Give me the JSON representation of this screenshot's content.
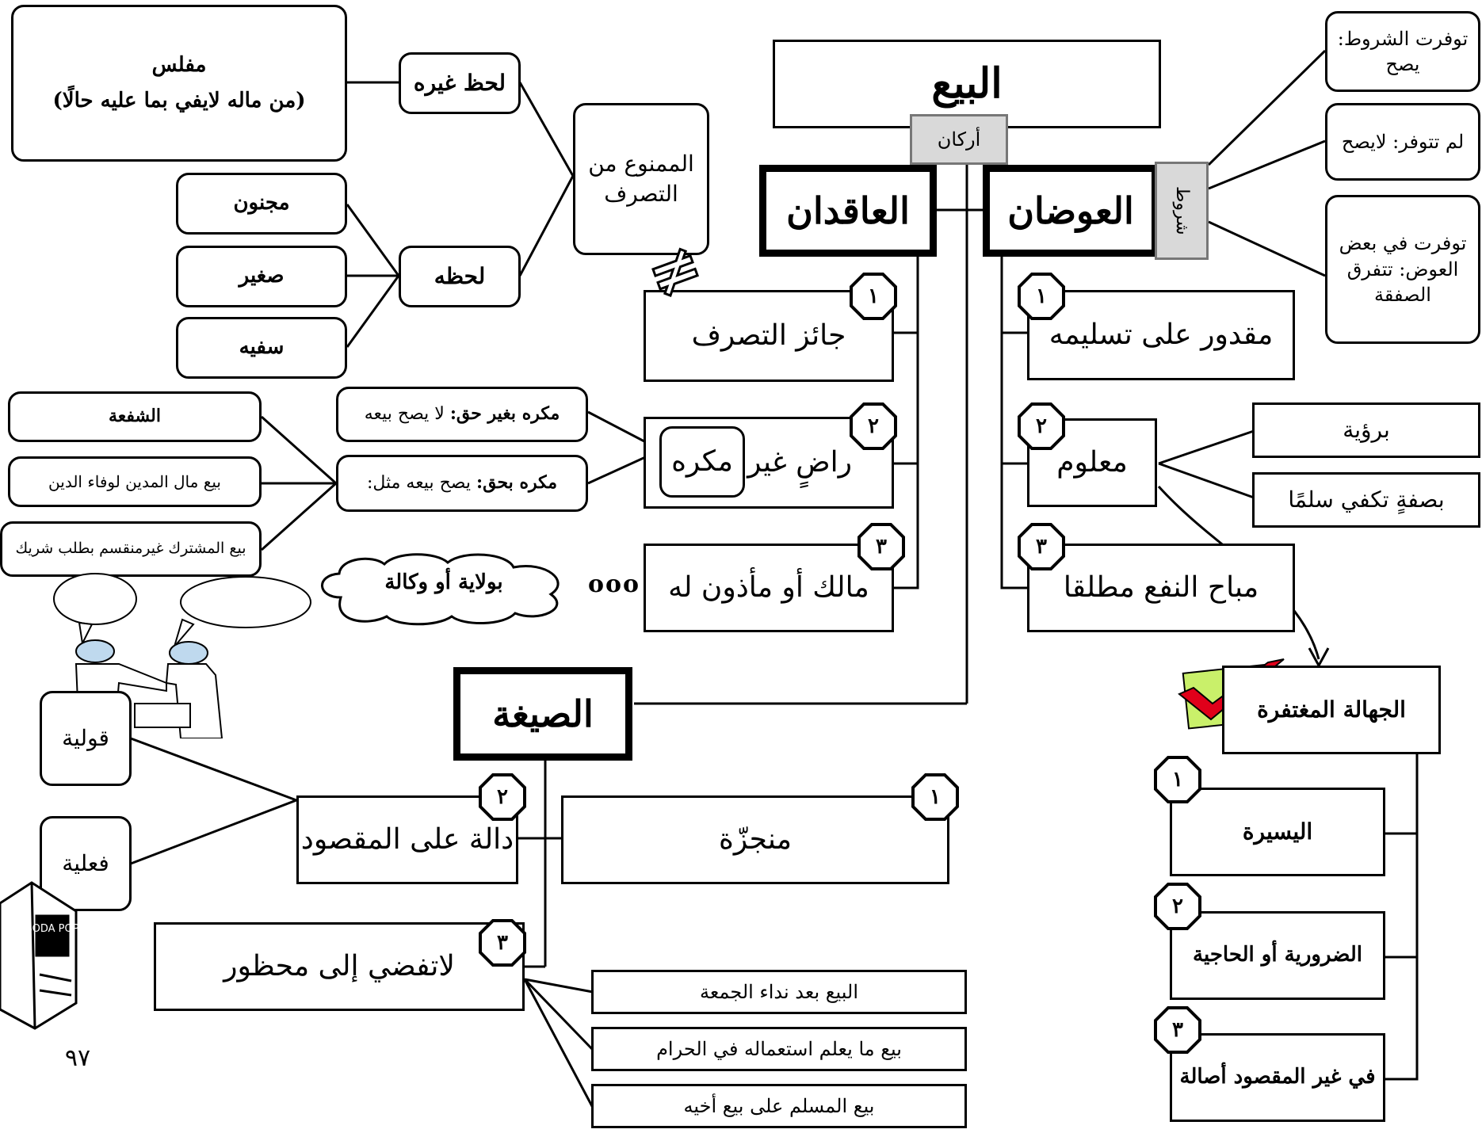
{
  "title": "البيع",
  "arkan_label": "أركان",
  "shorut_label": "شروط",
  "iwadan": {
    "label": "العوضان",
    "items": [
      "مقدور على تسليمه",
      "معلوم",
      "مباح النفع مطلقا"
    ],
    "conditions": [
      "توفرت الشروط: يصح",
      "لم تتوفر: لايصح",
      "توفرت في بعض العوض: تتفرق الصفقة"
    ],
    "knowledge_ways": [
      "برؤية",
      "بصفةٍ تكفي سلمًا"
    ]
  },
  "aqidan": {
    "label": "العاقدان",
    "items": [
      "جائز التصرف",
      "راضٍ غير",
      "مكره",
      "مالك أو مأذون له"
    ],
    "ownership_cloud": "بولاية أو وكالة",
    "dots": "ooo"
  },
  "mamnu": {
    "label": "الممنوع من التصرف",
    "for_others": "لحظ غيره",
    "for_self": "لحظه",
    "muflis_title": "مفلس",
    "muflis_desc": "(من ماله لايفي بما عليه حالًا)",
    "self_items": [
      "مجنون",
      "صغير",
      "سفيه"
    ]
  },
  "ikrah": {
    "wrongful": {
      "bold": "مكره بغير حق:",
      "rest": " لا يصح بيعه"
    },
    "rightful": {
      "bold": "مكره بحق:",
      "rest": " يصح بيعه مثل:"
    },
    "examples": [
      "الشفعة",
      "بيع مال المدين لوفاء الدين",
      "بيع المشترك غيرمنقسم بطلب شريك"
    ]
  },
  "jahala": {
    "label": "الجهالة المغتفرة",
    "items": [
      "اليسيرة",
      "الضرورية أو الحاجية",
      "في غير المقصود أصالة"
    ]
  },
  "sigha": {
    "label": "الصيغة",
    "items": [
      "منجزّة",
      "دالة على المقصود",
      "لاتفضي إلى محظور"
    ],
    "forms": [
      "قولية",
      "فعلية"
    ],
    "forbidden": [
      "البيع بعد نداء الجمعة",
      "بيع ما يعلم استعماله في الحرام",
      "بيع المسلم على بيع أخيه"
    ]
  },
  "numbers": [
    "١",
    "٢",
    "٣"
  ],
  "page_number": "٩٧",
  "vending_text": "SODA POP",
  "colors": {
    "check": "#e0001a",
    "check_bg": "#c9f06a",
    "gray_box": "#d9d9d9"
  }
}
